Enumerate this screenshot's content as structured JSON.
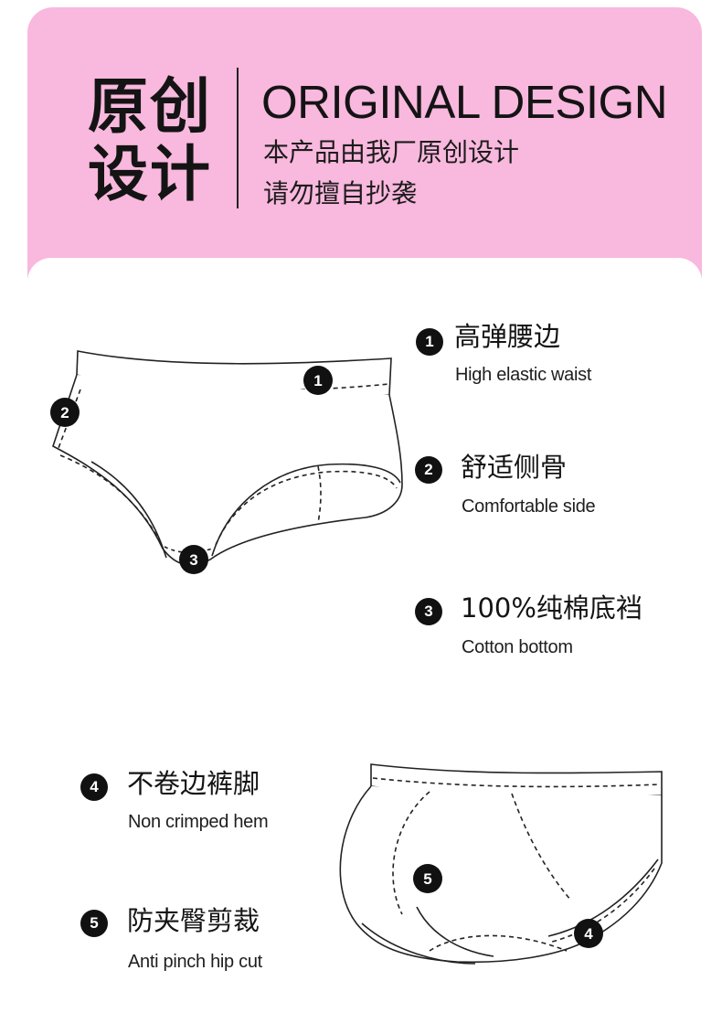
{
  "header": {
    "big_line1": "原创",
    "big_line2": "设计",
    "english_title": "ORIGINAL DESIGN",
    "sub_line1": "本产品由我厂原创设计",
    "sub_line2": "请勿擅自抄袭"
  },
  "colors": {
    "banner": "#f9b8dd",
    "marker": "#111111",
    "line": "#222222"
  },
  "features": [
    {
      "number": "1",
      "title": "高弹腰边",
      "subtitle": "High elastic waist"
    },
    {
      "number": "2",
      "title": "舒适侧骨",
      "subtitle": "Comfortable side"
    },
    {
      "number": "3",
      "title": "100%纯棉底裆",
      "subtitle": "Cotton bottom"
    },
    {
      "number": "4",
      "title": "不卷边裤脚",
      "subtitle": "Non crimped hem"
    },
    {
      "number": "5",
      "title": "防夹臀剪裁",
      "subtitle": "Anti pinch hip cut"
    }
  ],
  "illustrations": {
    "front": {
      "markers": [
        "1",
        "2",
        "3"
      ]
    },
    "back": {
      "markers": [
        "5",
        "4"
      ]
    }
  }
}
